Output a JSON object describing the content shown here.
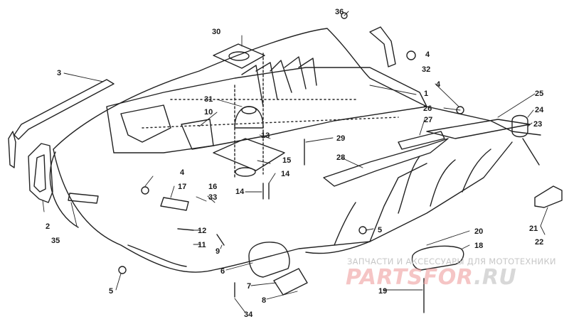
{
  "callouts": [
    {
      "id": "c36",
      "label": "36"
    },
    {
      "id": "c30",
      "label": "30"
    },
    {
      "id": "c4a",
      "label": "4"
    },
    {
      "id": "c32",
      "label": "32"
    },
    {
      "id": "c3",
      "label": "3"
    },
    {
      "id": "c1",
      "label": "1"
    },
    {
      "id": "c4b",
      "label": "4"
    },
    {
      "id": "c25",
      "label": "25"
    },
    {
      "id": "c26",
      "label": "26"
    },
    {
      "id": "c24",
      "label": "24"
    },
    {
      "id": "c31",
      "label": "31"
    },
    {
      "id": "c10",
      "label": "10"
    },
    {
      "id": "c27",
      "label": "27"
    },
    {
      "id": "c23",
      "label": "23"
    },
    {
      "id": "c13",
      "label": "13"
    },
    {
      "id": "c29",
      "label": "29"
    },
    {
      "id": "c28",
      "label": "28"
    },
    {
      "id": "c15",
      "label": "15"
    },
    {
      "id": "c4c",
      "label": "4"
    },
    {
      "id": "c14a",
      "label": "14"
    },
    {
      "id": "c14b",
      "label": "14"
    },
    {
      "id": "c17",
      "label": "17"
    },
    {
      "id": "c16",
      "label": "16"
    },
    {
      "id": "c33",
      "label": "33"
    },
    {
      "id": "c2",
      "label": "2"
    },
    {
      "id": "c35",
      "label": "35"
    },
    {
      "id": "c12",
      "label": "12"
    },
    {
      "id": "c11",
      "label": "11"
    },
    {
      "id": "c9",
      "label": "9"
    },
    {
      "id": "c5a",
      "label": "5"
    },
    {
      "id": "c21",
      "label": "21"
    },
    {
      "id": "c22",
      "label": "22"
    },
    {
      "id": "c20",
      "label": "20"
    },
    {
      "id": "c18",
      "label": "18"
    },
    {
      "id": "c6",
      "label": "6"
    },
    {
      "id": "c7",
      "label": "7"
    },
    {
      "id": "c8",
      "label": "8"
    },
    {
      "id": "c19",
      "label": "19"
    },
    {
      "id": "c34",
      "label": "34"
    },
    {
      "id": "c5b",
      "label": "5"
    }
  ],
  "watermark": {
    "tagline": "ЗАПЧАСТИ И АКСЕССУАРЫ ДЛЯ МОТОТЕХНИКИ",
    "logo": "PARTSFOR",
    "logo_suffix": ".RU"
  }
}
